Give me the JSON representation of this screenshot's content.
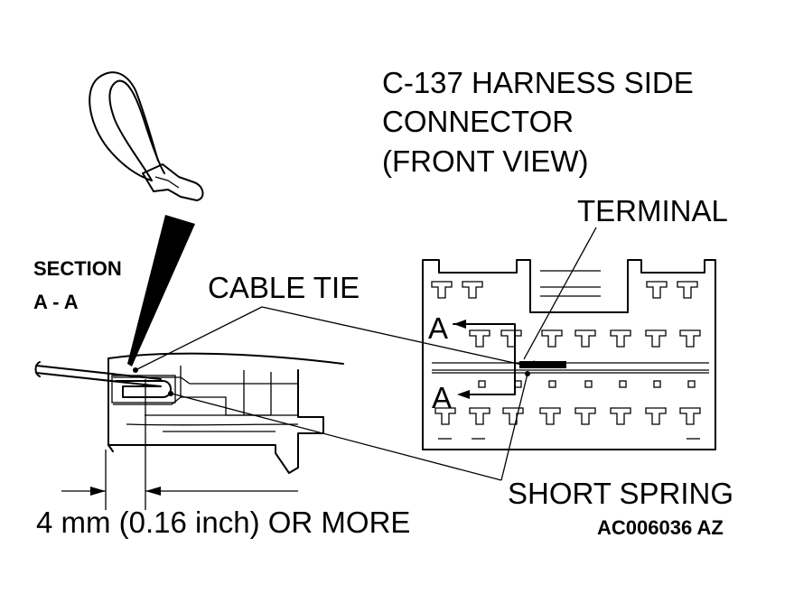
{
  "title": {
    "line1": "C-137 HARNESS SIDE",
    "line2": "CONNECTOR",
    "line3": "(FRONT VIEW)"
  },
  "labels": {
    "terminal": "TERMINAL",
    "section_line1": "SECTION",
    "section_line2": "A - A",
    "cable_tie": "CABLE TIE",
    "short_spring": "SHORT SPRING",
    "section_marker_top": "A",
    "section_marker_bottom": "A",
    "dimension": "4 mm (0.16 inch) OR MORE",
    "code": "AC006036 AZ"
  }
}
